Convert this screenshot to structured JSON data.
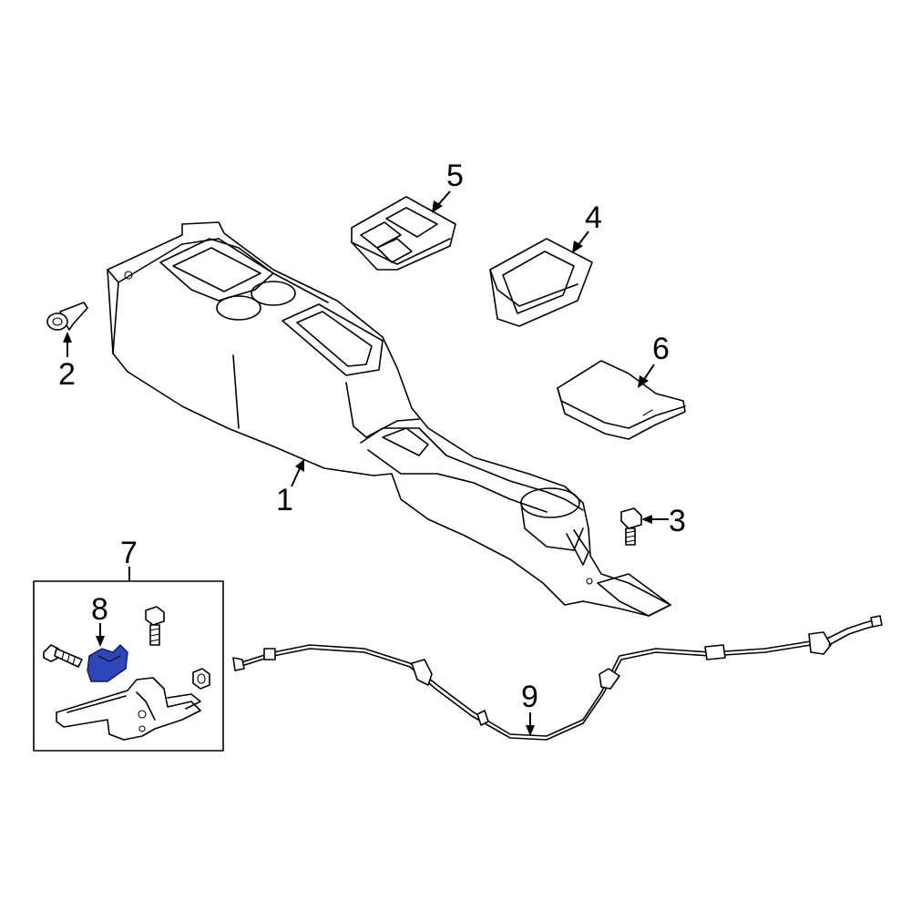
{
  "callouts": {
    "c1": "1",
    "c2": "2",
    "c3": "3",
    "c4": "4",
    "c5": "5",
    "c6": "6",
    "c7": "7",
    "c8": "8",
    "c9": "9"
  },
  "colors": {
    "highlight": "#2f46b8",
    "line": "#000000",
    "background": "#ffffff"
  }
}
